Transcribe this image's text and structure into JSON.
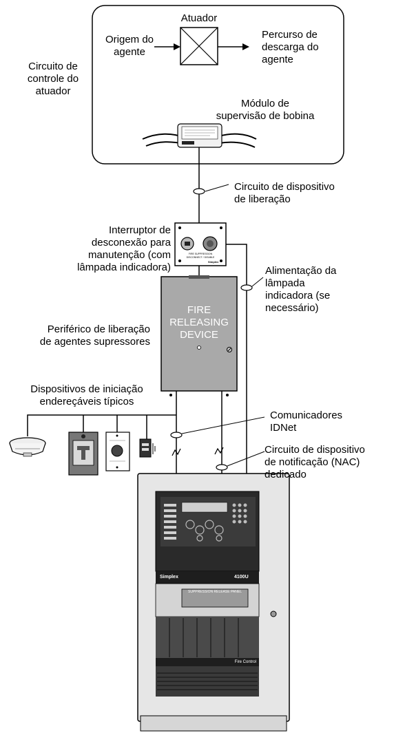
{
  "labels": {
    "actuator": "Atuador",
    "agent_origin": "Origem do\nagente",
    "discharge_path": "Percurso de\ndescarga do\nagente",
    "control_circuit": "Circuito de\ncontrole do\natuador",
    "coil_module": "Módulo de\nsupervisão de bobina",
    "release_circuit": "Circuito de dispositivo\nde liberação",
    "maint_switch": "Interruptor de\ndesconexão para\nmanutenção (com\nlâmpada indicadora)",
    "lamp_power": "Alimentação da\nlâmpada\nindicadora (se\nnecessário)",
    "release_peripheral": "Periférico de liberação\nde agentes supressores",
    "initiating_devices": "Dispositivos de iniciação\nendereçáveis típicos",
    "idnet": "Comunicadores\nIDNet",
    "nac": "Circuito de dispositivo\nde notificação (NAC)\ndedicado"
  },
  "device_text": {
    "releasing_box": "FIRE\nRELEASING\nDEVICE",
    "switch_plate_line1": "FIRE SUPPRESSION",
    "switch_plate_line2": "DISCONNECT / DISABLE",
    "switch_plate_brand": "Simplex",
    "panel_brand": "Simplex",
    "panel_model": "4100U",
    "panel_title": "SUPPRESSION RELEASE PANEL",
    "panel_footer": "Fire Control"
  },
  "colors": {
    "line": "#000000",
    "box_fill": "#a9a9a9",
    "panel_fill": "#e6e6e6",
    "panel_dark": "#2a2a2a"
  }
}
